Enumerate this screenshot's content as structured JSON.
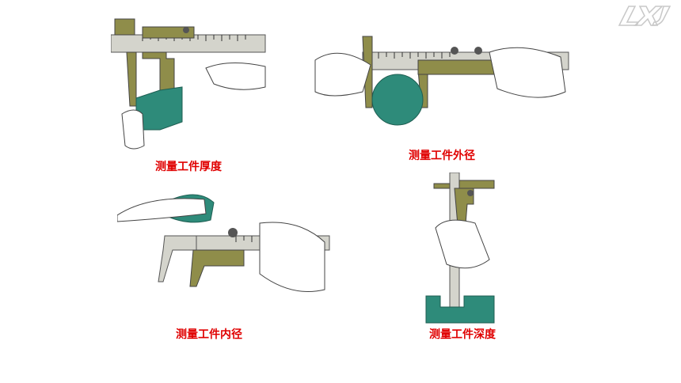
{
  "logo": {
    "icon": "lxj-logo-icon"
  },
  "panels": [
    {
      "caption": "测量工件厚度",
      "icon": "caliper-thickness-illustration"
    },
    {
      "caption": "测量工件外径",
      "icon": "caliper-outer-diameter-illustration"
    },
    {
      "caption": "测量工件内径",
      "icon": "caliper-inner-diameter-illustration"
    },
    {
      "caption": "测量工件深度",
      "icon": "caliper-depth-illustration"
    }
  ],
  "colors": {
    "caliper": "#8f8d4a",
    "workpiece": "#2e8b7a",
    "scale": "#d4d4cc",
    "caption": "#e00000"
  }
}
